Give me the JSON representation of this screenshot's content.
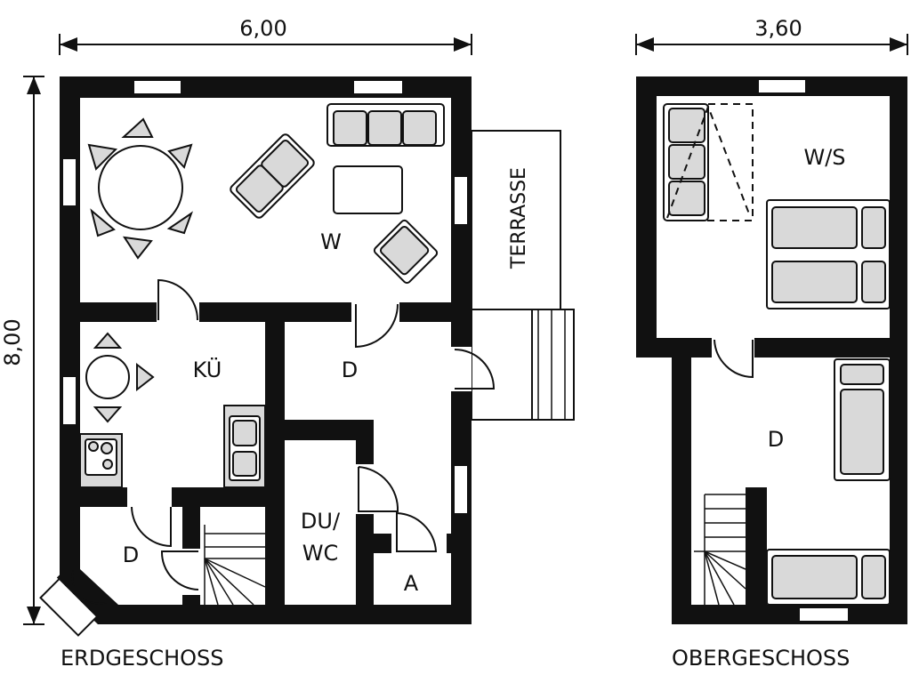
{
  "dimensions": {
    "ground_width": "6,00",
    "ground_depth": "8,00",
    "upper_width": "3,60"
  },
  "ground_floor": {
    "title": "ERDGESCHOSS",
    "rooms": {
      "living": "W",
      "kitchen": "KÜ",
      "hall": "D",
      "hall_small": "D",
      "bath_line1": "DU/",
      "bath_line2": "WC",
      "storage": "A",
      "terrace": "TERRASSE"
    }
  },
  "upper_floor": {
    "title": "OBERGESCHOSS",
    "rooms": {
      "living_sleeping": "W/S",
      "hall": "D"
    }
  }
}
